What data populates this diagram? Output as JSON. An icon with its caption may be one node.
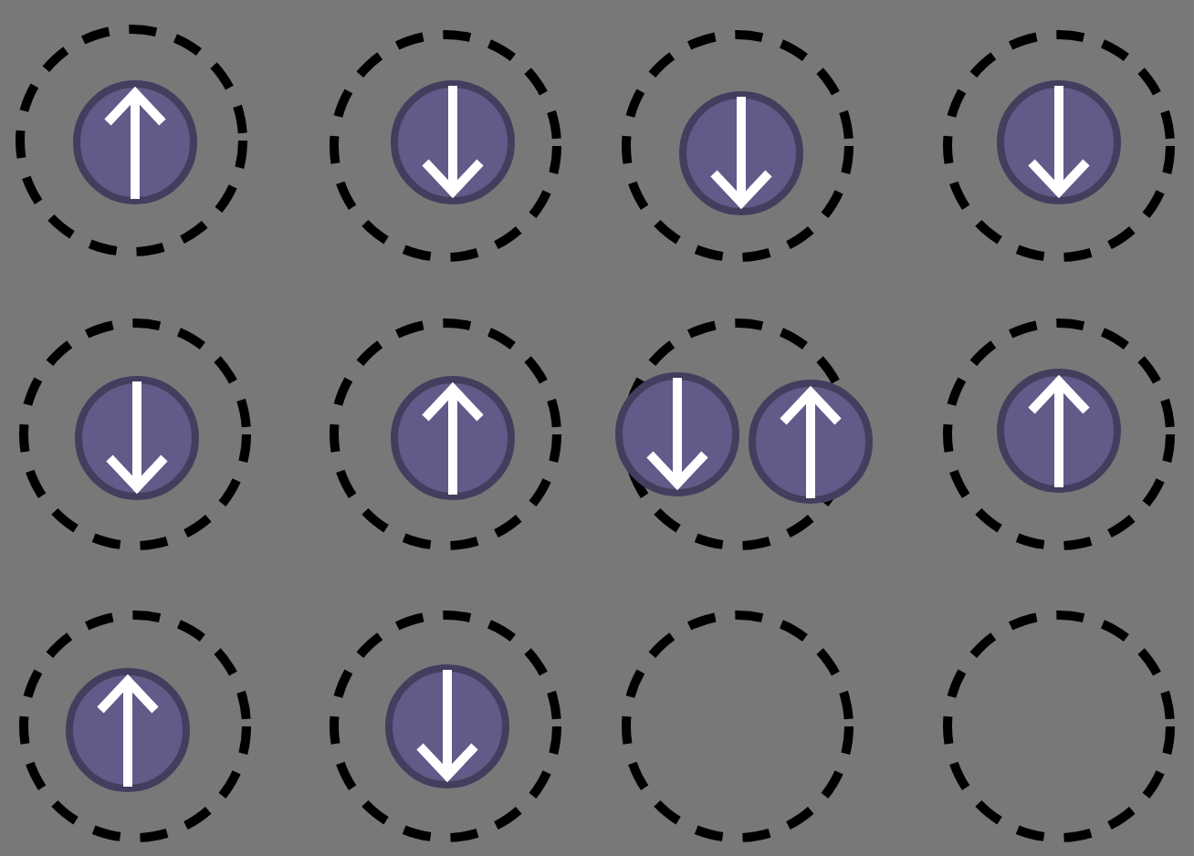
{
  "diagram": {
    "nodes": [
      {
        "text": [],
        "shape": "circle"
      },
      {
        "text": [],
        "shape": "circle",
        "in": 0
      },
      {
        "text": [],
        "shape": "circle"
      },
      {
        "text": [],
        "shape": "circle",
        "in": 2
      },
      {
        "text": [],
        "shape": "circle"
      },
      {
        "text": [],
        "shape": "circle",
        "in": 4
      },
      {
        "text": [],
        "shape": "circle"
      },
      {
        "text": [],
        "shape": "circle",
        "in": 6
      },
      {
        "text": [],
        "shape": "circle"
      },
      {
        "text": [],
        "shape": "circle",
        "in": 8
      },
      {
        "text": [],
        "shape": "circle"
      },
      {
        "text": [],
        "shape": "circle",
        "in": 10
      },
      {
        "text": [],
        "shape": "circle"
      },
      {
        "text": [],
        "shape": "circle",
        "in": 12
      },
      {
        "text": [],
        "shape": "circle",
        "in": 12
      },
      {
        "text": [],
        "shape": "circle"
      },
      {
        "text": [],
        "shape": "circle",
        "in": 15
      },
      {
        "text": [],
        "shape": "circle"
      },
      {
        "text": [],
        "shape": "circle",
        "in": 17
      },
      {
        "text": [],
        "shape": "circle"
      },
      {
        "text": [],
        "shape": "circle",
        "in": 19
      },
      {
        "text": [],
        "shape": "circle"
      },
      {
        "text": [],
        "shape": "circle"
      }
    ]
  }
}
